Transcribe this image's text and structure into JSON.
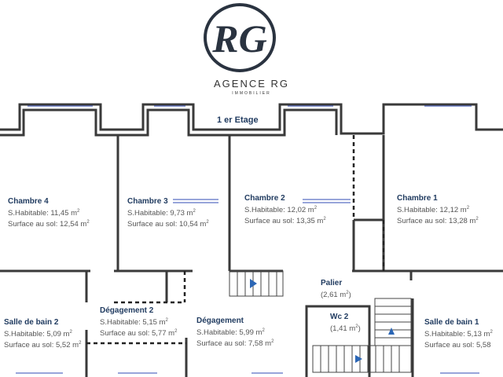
{
  "logo": {
    "monogram": "RG",
    "name": "AGENCE RG",
    "tagline": "IMMOBILIER"
  },
  "floor_label": "1 er Etage",
  "unit_sup": "2",
  "rooms": [
    {
      "id": "chambre-4",
      "name": "Chambre 4",
      "line1": "S.Habitable: 11,45 m",
      "line2": "Surface au sol: 12,54 m"
    },
    {
      "id": "chambre-3",
      "name": "Chambre 3",
      "line1": "S.Habitable: 9,73 m",
      "line2": "Surface au sol: 10,54 m"
    },
    {
      "id": "chambre-2",
      "name": "Chambre 2",
      "line1": "S.Habitable: 12,02 m",
      "line2": "Surface au sol: 13,35 m"
    },
    {
      "id": "chambre-1",
      "name": "Chambre 1",
      "line1": "S.Habitable: 12,12 m",
      "line2": "Surface au sol: 13,28 m"
    },
    {
      "id": "palier",
      "name": "Palier",
      "line1": "(2,61 m",
      "line1_suffix": ")"
    },
    {
      "id": "wc-2",
      "name": "Wc 2",
      "line1": "(1,41 m",
      "line1_suffix": ")"
    },
    {
      "id": "degagement-2",
      "name": "Dégagement 2",
      "line1": "S.Habitable: 5,15 m",
      "line2": "Surface au sol: 5,77 m"
    },
    {
      "id": "degagement",
      "name": "Dégagement",
      "line1": "S.Habitable: 5,99 m",
      "line2": "Surface au sol: 7,58 m"
    },
    {
      "id": "salle-de-bain-2",
      "name": "Salle de bain 2",
      "line1": "S.Habitable: 5,09 m",
      "line2": "Surface au sol: 5,52 m"
    },
    {
      "id": "salle-de-bain-1",
      "name": "Salle de bain 1",
      "line1": "S.Habitable: 5,13 m",
      "line2": "Surface au sol: 5,58"
    }
  ],
  "colors": {
    "wall": "#3a3a3a",
    "window": "#5b6fc4",
    "accent": "#2b66b5",
    "text_title": "#1f3a5f",
    "text_body": "#555555"
  }
}
